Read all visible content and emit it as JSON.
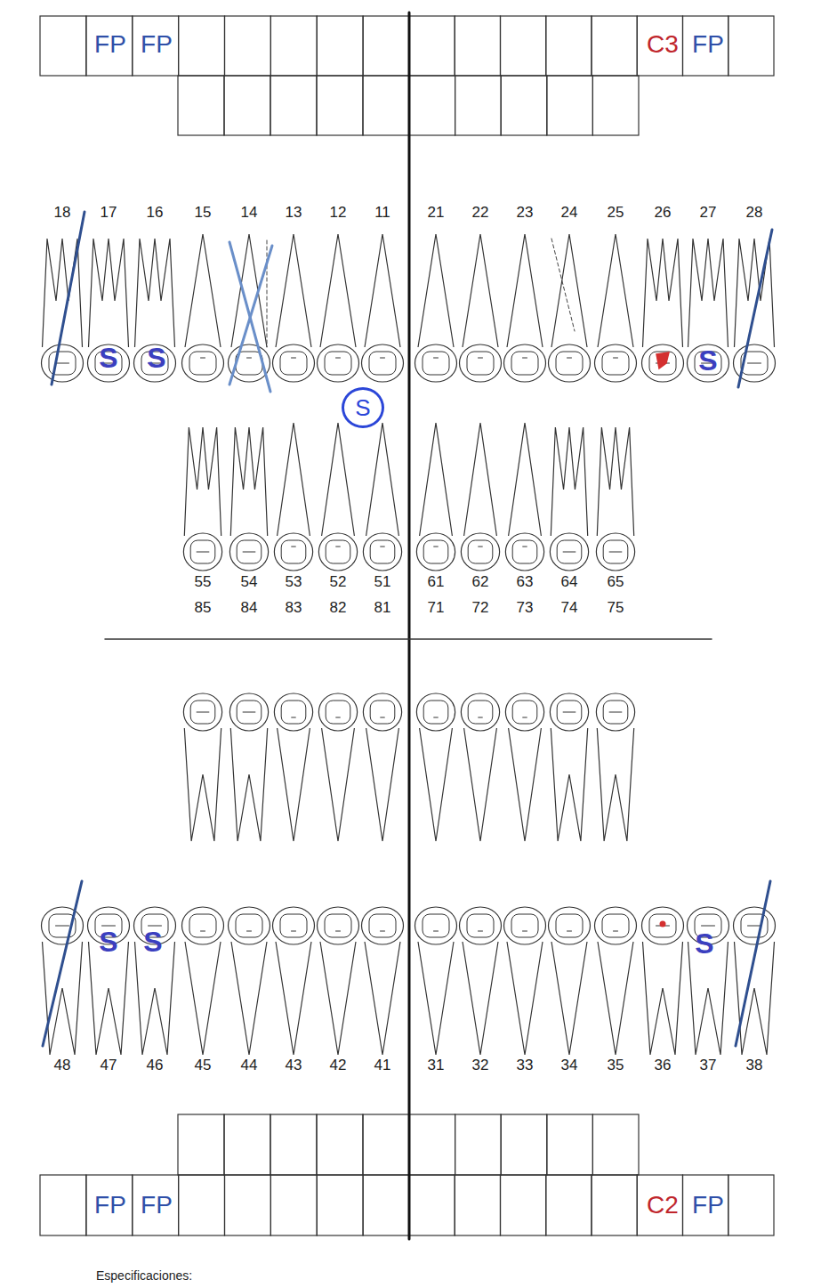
{
  "diagram": {
    "nodes": [
      {
        "text": [
          "S"
        ]
      }
    ],
    "labels": [
      "FP",
      "FP",
      "C3",
      "FP",
      "18",
      "17",
      "16",
      "15",
      "14",
      "13",
      "12",
      "11",
      "21",
      "22",
      "23",
      "24",
      "25",
      "26",
      "27",
      "28",
      "S",
      "S",
      "S",
      "55",
      "54",
      "53",
      "52",
      "51",
      "61",
      "62",
      "63",
      "64",
      "65",
      "85",
      "84",
      "83",
      "82",
      "81",
      "71",
      "72",
      "73",
      "74",
      "75",
      "S",
      "S",
      "S",
      "48",
      "47",
      "46",
      "45",
      "44",
      "43",
      "42",
      "41",
      "31",
      "32",
      "33",
      "34",
      "35",
      "36",
      "37",
      "38",
      "FP",
      "FP",
      "C2",
      "FP",
      "Especificaciones:"
    ]
  }
}
